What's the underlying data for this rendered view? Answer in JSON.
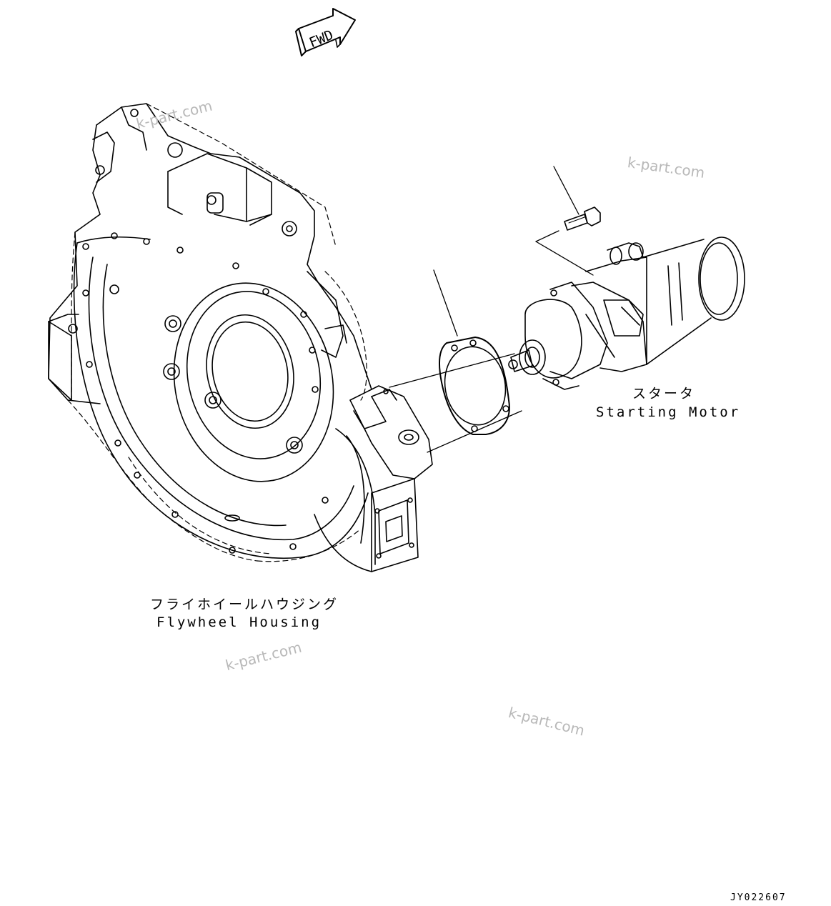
{
  "fwd_label": "FWD",
  "labels": {
    "starter_jp": "スタータ",
    "starter_en": "Starting Motor",
    "flywheel_jp": "フライホイールハウジング",
    "flywheel_en": "Flywheel Housing"
  },
  "watermark": "k-part.com",
  "drawing_code": "JY022607"
}
